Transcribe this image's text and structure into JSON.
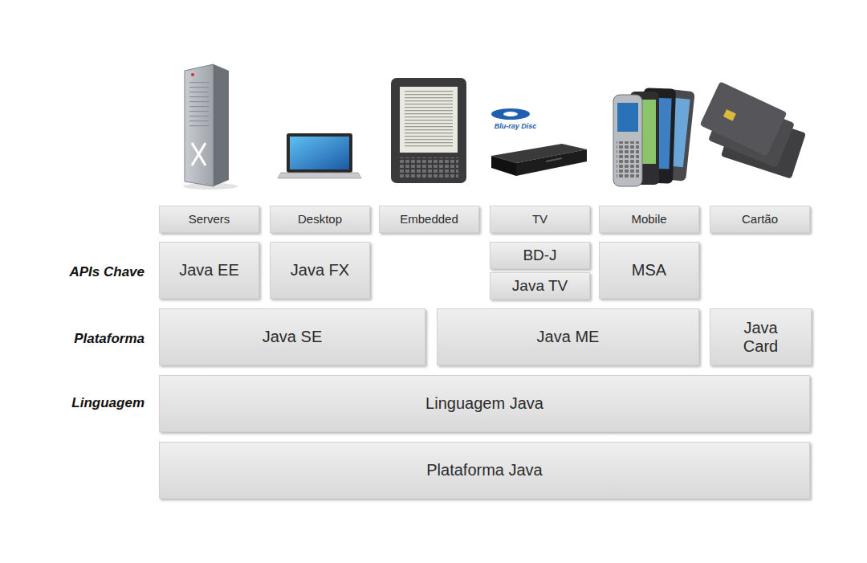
{
  "diagram": {
    "nodes": [
      {
        "text": [
          "Servers"
        ]
      },
      {
        "text": [
          "Desktop"
        ]
      },
      {
        "text": [
          "Embedded"
        ]
      },
      {
        "text": [
          "TV"
        ]
      },
      {
        "text": [
          "Mobile"
        ]
      },
      {
        "text": [
          "Cartão"
        ]
      },
      {
        "text": [
          "Java EE"
        ]
      },
      {
        "text": [
          "Java FX"
        ]
      },
      {
        "text": [
          "BD-J"
        ]
      },
      {
        "text": [
          "Java TV"
        ]
      },
      {
        "text": [
          "MSA"
        ]
      },
      {
        "text": [
          "Java SE"
        ]
      },
      {
        "text": [
          "Java ME"
        ]
      },
      {
        "text": [
          "Java Card"
        ]
      },
      {
        "text": [
          "Linguagem Java"
        ]
      },
      {
        "text": [
          "Plataforma Java"
        ]
      }
    ],
    "edges": [],
    "labels": [
      "APIs Chave",
      "Plataforma",
      "Linguagem",
      "Blu-ray Disc"
    ]
  }
}
